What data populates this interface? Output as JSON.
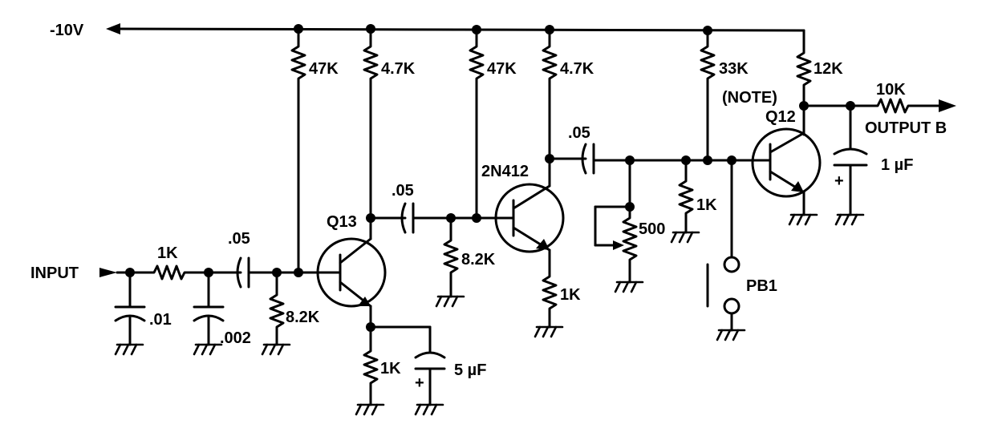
{
  "labels": {
    "supply": "-10V",
    "input": "INPUT",
    "output": "OUTPUT B",
    "r_in": "1K",
    "c_in1": ".01",
    "c_in2": ".002",
    "c_couple1": ".05",
    "r_bias1": "8.2K",
    "r_top1": "47K",
    "r_col1": "4.7K",
    "q13": "Q13",
    "r_em1": "1K",
    "c_em1": "5 µF",
    "c_couple2": ".05",
    "r_top2": "47K",
    "r_col2": "4.7K",
    "r_bias2": "8.2K",
    "q2n412": "2N412",
    "r_em2": "1K",
    "c_couple3": ".05",
    "pot": "500",
    "r_shunt": "1K",
    "r_top3": "33K",
    "r_col3": "12K",
    "note": "(NOTE)",
    "q12": "Q12",
    "r_out": "10K",
    "c_out": "1 µF",
    "pb": "PB1",
    "plus1": "+",
    "plus2": "+"
  }
}
